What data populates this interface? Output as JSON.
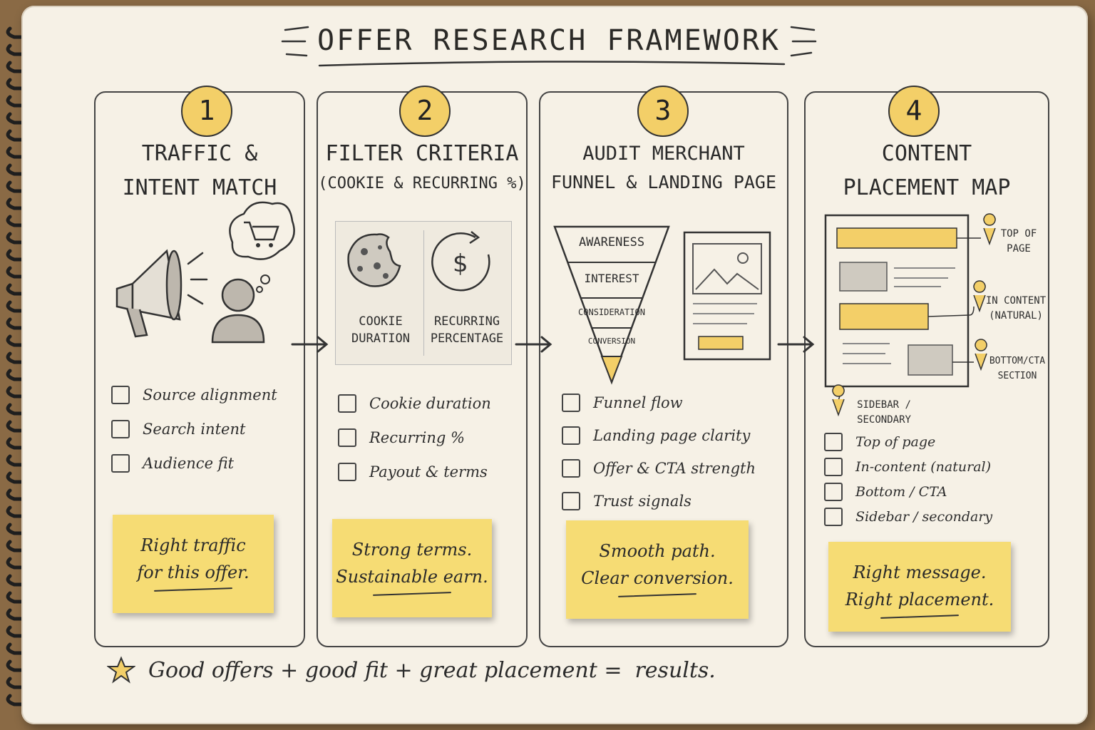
{
  "title": "OFFER RESEARCH FRAMEWORK",
  "colors": {
    "accent": "#f3cf68",
    "sticky": "#f6dc74",
    "ink": "#2b2a27",
    "paper": "#f6f1e6"
  },
  "steps": [
    {
      "number": "1",
      "title_lines": [
        "TRAFFIC &",
        "INTENT MATCH"
      ],
      "icons": [
        "megaphone-icon",
        "person-icon",
        "cart-thought-bubble-icon"
      ],
      "checklist": [
        "Source alignment",
        "Search intent",
        "Audience fit"
      ],
      "note": [
        "Right traffic",
        "for this offer."
      ]
    },
    {
      "number": "2",
      "title_lines": [
        "FILTER CRITERIA"
      ],
      "subtitle": "(COOKIE & RECURRING %)",
      "icons": [
        "cookie-icon",
        "recurring-dollar-icon"
      ],
      "icon_labels": [
        [
          "COOKIE",
          "DURATION"
        ],
        [
          "RECURRING",
          "PERCENTAGE"
        ]
      ],
      "checklist": [
        "Cookie duration",
        "Recurring %",
        "Payout & terms"
      ],
      "note": [
        "Strong terms.",
        "Sustainable earn."
      ]
    },
    {
      "number": "3",
      "title_lines": [
        "AUDIT MERCHANT",
        "FUNNEL & LANDING PAGE"
      ],
      "funnel": [
        "AWARENESS",
        "INTEREST",
        "CONSIDERATION",
        "CONVERSION"
      ],
      "icons": [
        "funnel-icon",
        "landing-page-icon"
      ],
      "checklist": [
        "Funnel flow",
        "Landing page clarity",
        "Offer & CTA strength",
        "Trust signals"
      ],
      "note": [
        "Smooth path.",
        "Clear conversion."
      ]
    },
    {
      "number": "4",
      "title_lines": [
        "CONTENT",
        "PLACEMENT MAP"
      ],
      "placements": [
        [
          "TOP OF",
          "PAGE"
        ],
        [
          "IN CONTENT",
          "(NATURAL)"
        ],
        [
          "BOTTOM/CTA",
          "SECTION"
        ],
        [
          "SIDEBAR /",
          "SECONDARY"
        ]
      ],
      "icons": [
        "page-layout-icon",
        "map-pin-icon"
      ],
      "checklist": [
        "Top of page",
        "In-content (natural)",
        "Bottom / CTA",
        "Sidebar / secondary"
      ],
      "note": [
        "Right message.",
        "Right placement."
      ]
    }
  ],
  "footer": {
    "text": "Good offers + good fit + great placement =",
    "highlight": "results.",
    "icon": "star-icon"
  }
}
